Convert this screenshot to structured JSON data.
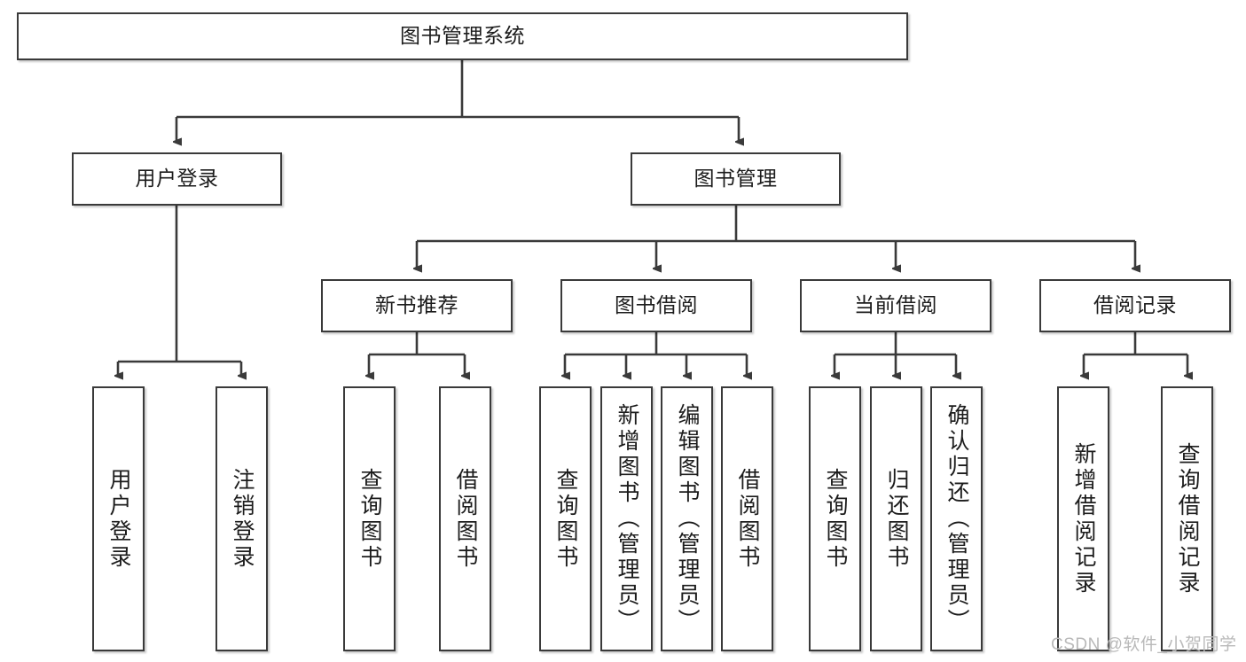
{
  "diagram": {
    "title_node": {
      "id": "root",
      "label": "图书管理系统"
    },
    "level2": [
      {
        "id": "user-login",
        "label": "用户登录"
      },
      {
        "id": "book-manage",
        "label": "图书管理"
      }
    ],
    "level3": [
      {
        "id": "new-book-recommend",
        "label": "新书推荐"
      },
      {
        "id": "book-borrow",
        "label": "图书借阅"
      },
      {
        "id": "current-borrow",
        "label": "当前借阅"
      },
      {
        "id": "borrow-record",
        "label": "借阅记录"
      }
    ],
    "leaves": {
      "user_login": [
        {
          "id": "leaf-user-login",
          "label": "用户登录"
        },
        {
          "id": "leaf-logout-login",
          "label": "注销登录"
        }
      ],
      "new_book_recommend": [
        {
          "id": "leaf-query-book-1",
          "label": "查询图书"
        },
        {
          "id": "leaf-borrow-book-1",
          "label": "借阅图书"
        }
      ],
      "book_borrow": [
        {
          "id": "leaf-query-book-2",
          "label": "查询图书"
        },
        {
          "id": "leaf-add-book",
          "label": "新增图书（管理员）"
        },
        {
          "id": "leaf-edit-book",
          "label": "编辑图书（管理员）"
        },
        {
          "id": "leaf-borrow-book-2",
          "label": "借阅图书"
        }
      ],
      "current_borrow": [
        {
          "id": "leaf-query-book-3",
          "label": "查询图书"
        },
        {
          "id": "leaf-return-book",
          "label": "归还图书"
        },
        {
          "id": "leaf-confirm-return",
          "label": "确认归还（管理员）"
        }
      ],
      "borrow_record": [
        {
          "id": "leaf-add-record",
          "label": "新增借阅记录"
        },
        {
          "id": "leaf-query-record",
          "label": "查询借阅记录"
        }
      ]
    },
    "colors": {
      "border": "#3a3a3a",
      "connector": "#3a3a3a",
      "background": "#ffffff",
      "text": "#1c1c1c",
      "watermark": "#b9b9b9"
    }
  },
  "watermark": {
    "text": "CSDN @软件_小贺同学"
  }
}
